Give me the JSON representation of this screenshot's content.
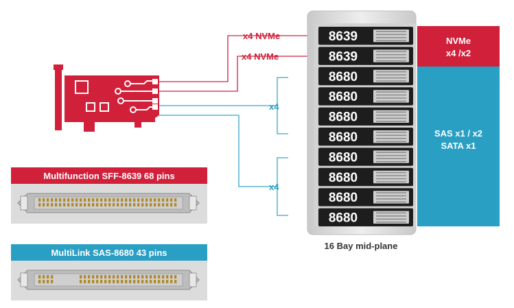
{
  "colors": {
    "red": "#d0203a",
    "blue": "#2a9fc4",
    "line_red": "#d0203a",
    "line_blue": "#3aa4c8",
    "chassis": "#d5d5d5",
    "connector_bg": "#dcdcdc"
  },
  "links": {
    "nvme_1": "x4 NVMe",
    "nvme_2": "x4 NVMe",
    "sas_1": "x4",
    "sas_2": "x4"
  },
  "bays": [
    "8639",
    "8639",
    "8680",
    "8680",
    "8680",
    "8680",
    "8680",
    "8680",
    "8680",
    "8680"
  ],
  "panels": {
    "nvme_line1": "NVMe",
    "nvme_line2": "x4 /x2",
    "sas_line1": "SAS x1 / x2",
    "sas_line2": "SATA x1"
  },
  "chassis_caption": "16 Bay mid-plane",
  "connectors": {
    "sff8639_label": "Multifunction SFF-8639  68 pins",
    "sas8680_label": "MultiLink SAS-8680 43 pins"
  },
  "icons": {
    "card": "pcie-card-icon",
    "connector": "connector-icon"
  }
}
